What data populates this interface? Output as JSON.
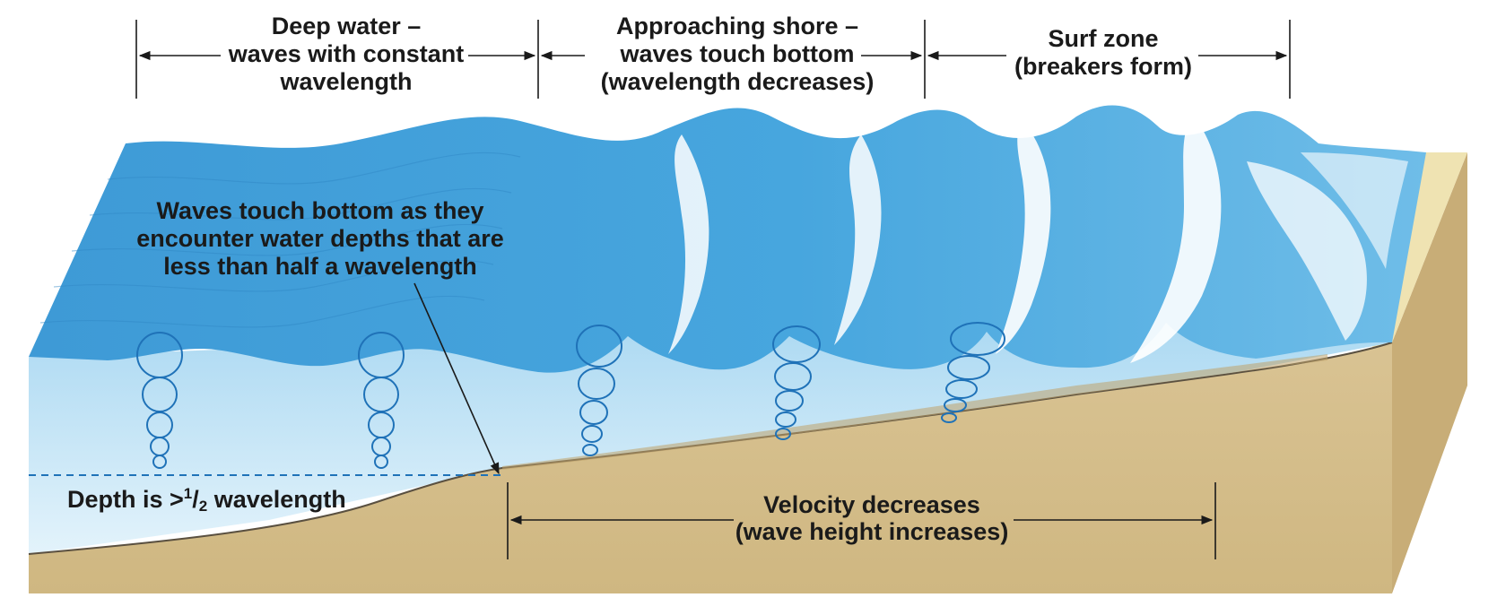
{
  "zones": {
    "deep_water": {
      "line1": "Deep water –",
      "line2": "waves with constant",
      "line3": "wavelength"
    },
    "approaching_shore": {
      "line1": "Approaching shore –",
      "line2": "waves touch bottom",
      "line3": "(wavelength decreases)"
    },
    "surf_zone": {
      "line1": "Surf zone",
      "line2": "(breakers form)"
    }
  },
  "callout": {
    "line1": "Waves touch bottom as they",
    "line2": "encounter water depths that are",
    "line3": "less than half a wavelength"
  },
  "depth_label": {
    "prefix": "Depth is >",
    "fraction_num": "1",
    "fraction_den": "2",
    "suffix": " wavelength"
  },
  "velocity": {
    "line1": "Velocity decreases",
    "line2": "(wave height increases)"
  },
  "colors": {
    "water_dark": "#3f9fd8",
    "water_mid": "#5ab3e3",
    "water_light": "#bfe3f5",
    "foam": "#ffffff",
    "sand": "#d6bf8c",
    "sand_side": "#c9b07a",
    "beach": "#f0e6b8",
    "orbit": "#1f72b8",
    "line": "#1a1a1a"
  }
}
